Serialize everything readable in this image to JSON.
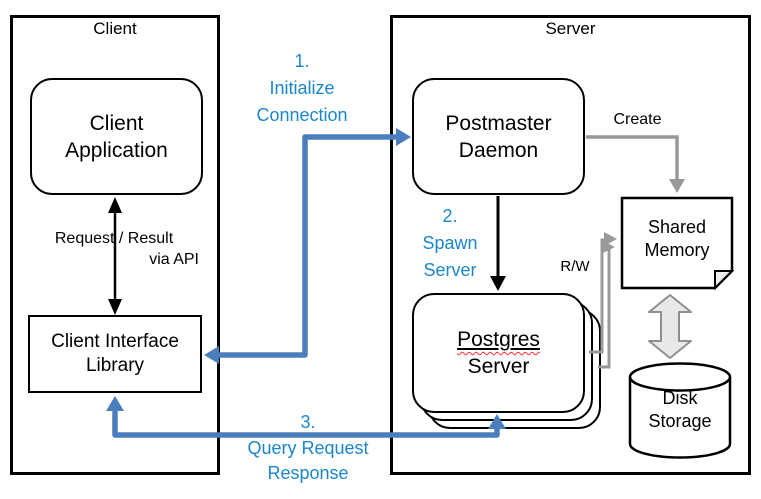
{
  "diagram": {
    "client_panel": {
      "title": "Client"
    },
    "server_panel": {
      "title": "Server"
    },
    "nodes": {
      "client_app": {
        "lines": [
          "Client",
          "Application"
        ]
      },
      "client_lib": {
        "lines": [
          "Client Interface",
          "Library"
        ]
      },
      "postmaster": {
        "lines": [
          "Postmaster",
          "Daemon"
        ]
      },
      "postgres": {
        "lines": [
          "Postgres",
          "Server"
        ]
      },
      "shared_memory": {
        "lines": [
          "Shared",
          "Memory"
        ]
      },
      "disk": {
        "lines": [
          "Disk",
          "Storage"
        ]
      }
    },
    "edges": {
      "api": {
        "line1": "Request / Result",
        "line2": "via API"
      },
      "step1": {
        "lines": [
          "1.",
          "Initialize",
          "Connection"
        ]
      },
      "step2": {
        "lines": [
          "2.",
          "Spawn",
          "Server"
        ]
      },
      "step3": {
        "lines": [
          "3.",
          "Query Request",
          "Response"
        ]
      },
      "create": {
        "label": "Create"
      },
      "rw": {
        "label": "R/W"
      }
    },
    "colors": {
      "step_text": "#1C86CC",
      "step_line": "#4A7EBD",
      "gray_line": "#999999",
      "black": "#000000",
      "spellcheck_underline": "#FF2A2A"
    }
  }
}
